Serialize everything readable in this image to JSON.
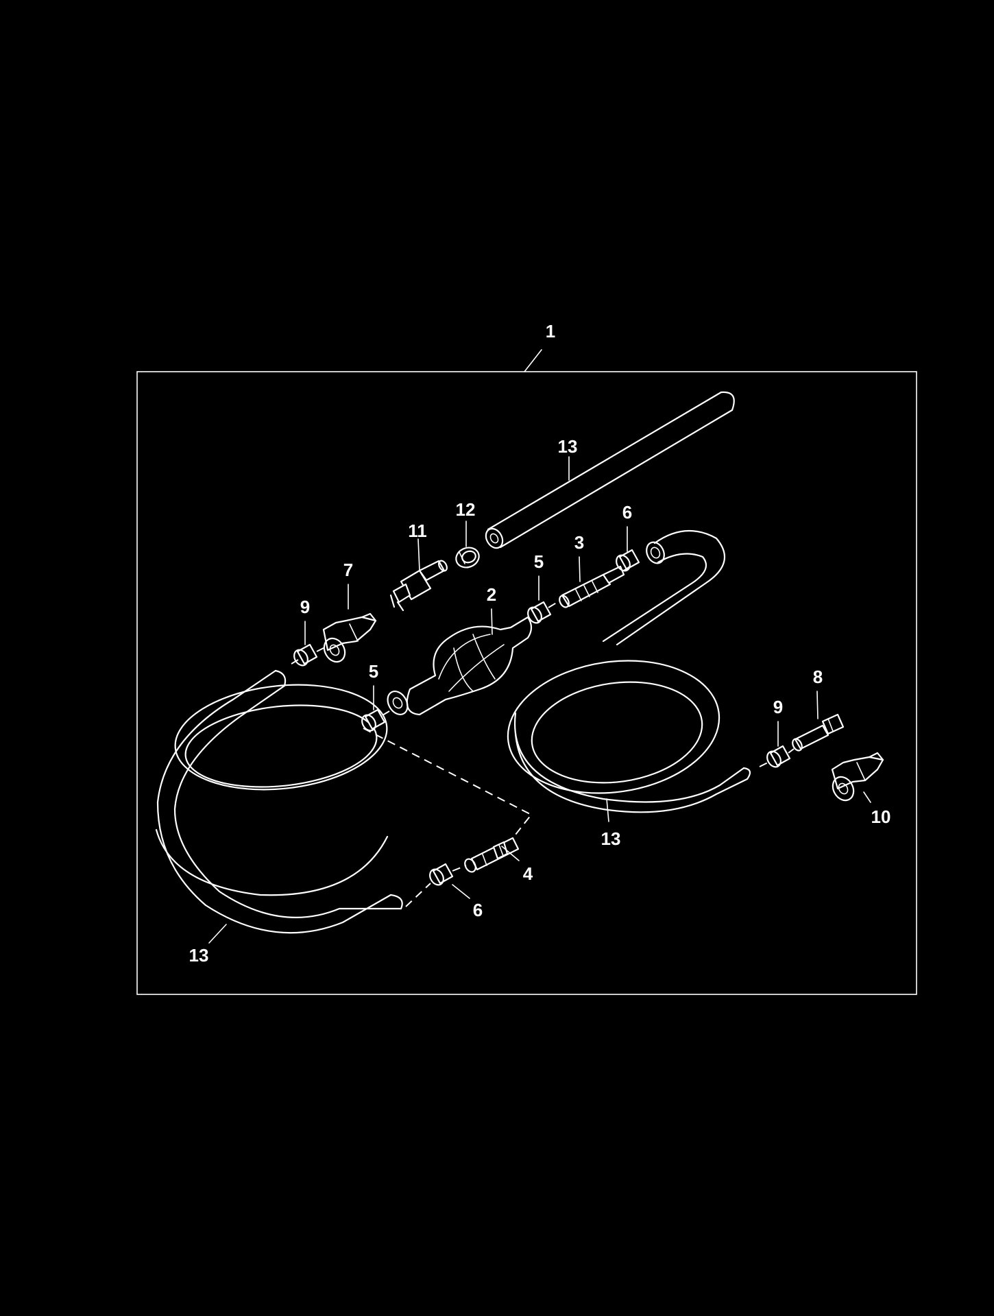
{
  "diagram": {
    "callouts": {
      "c1": "1",
      "c2": "2",
      "c3": "3",
      "c4": "4",
      "c5a": "5",
      "c5b": "5",
      "c6a": "6",
      "c6b": "6",
      "c7": "7",
      "c8": "8",
      "c9a": "9",
      "c9b": "9",
      "c10": "10",
      "c11": "11",
      "c12": "12",
      "c13a": "13",
      "c13b": "13",
      "c13c": "13"
    },
    "colors": {
      "background": "#000000",
      "line": "#ffffff"
    }
  }
}
